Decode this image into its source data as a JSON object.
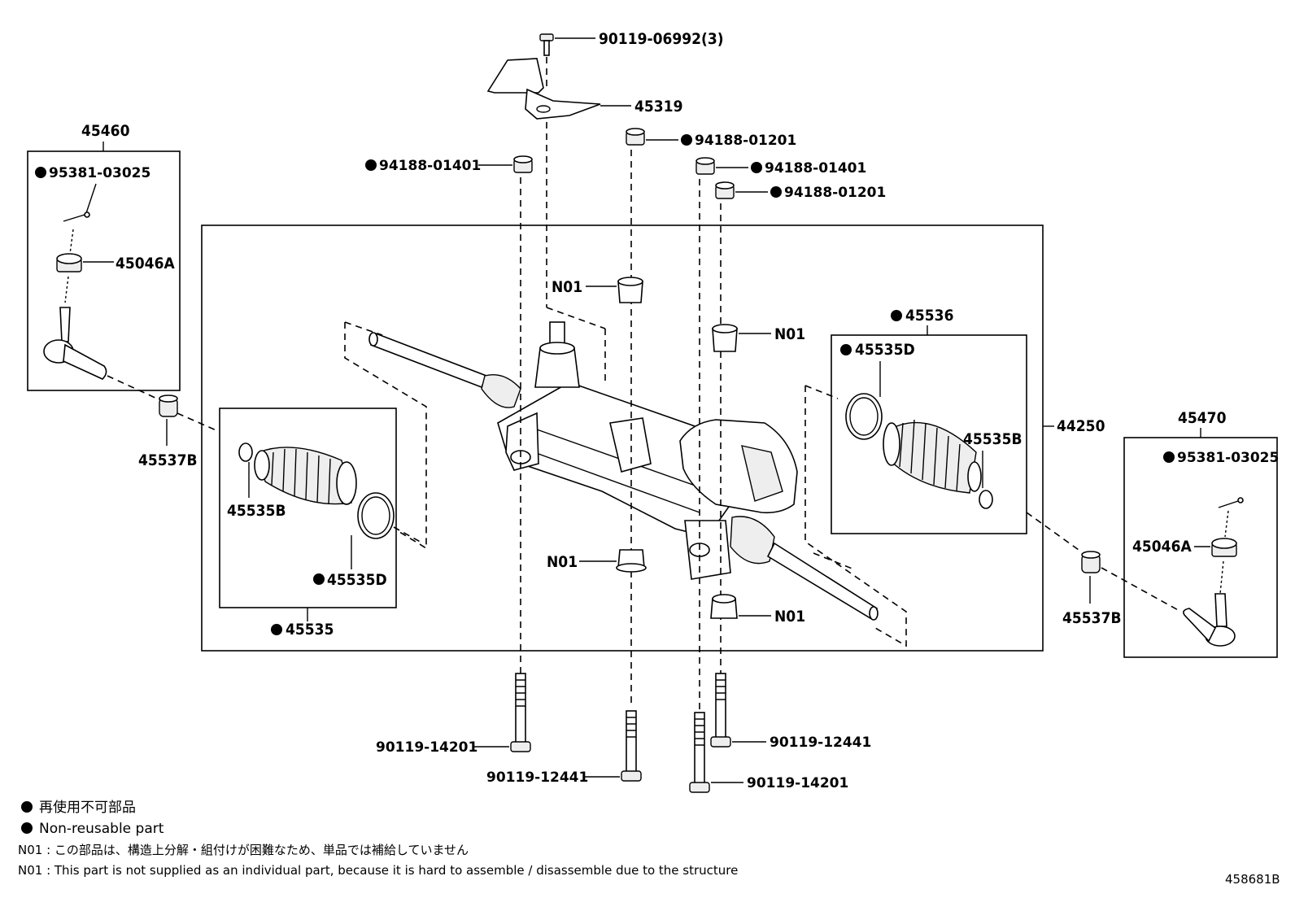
{
  "diagram_id": "458681B",
  "labels": {
    "bolt_90119_06992": "90119-06992(3)",
    "heat_insulator": "45319",
    "nut_94188_01201_a": "94188-01201",
    "nut_94188_01401_left": "94188-01401",
    "nut_94188_01401_right": "94188-01401",
    "nut_94188_01201_b": "94188-01201",
    "tie_rod_end_left": "45460",
    "cotter_pin_left": "95381-03025",
    "castle_nut_left": "45046A",
    "lock_nut_left": "45537B",
    "boot_kit_left": "45535",
    "clip_left": "45535B",
    "clamp_left": "45535D",
    "rack_gear_assembly": "44250",
    "n01_top_left": "N01",
    "n01_top_right": "N01",
    "n01_bottom_left": "N01",
    "n01_bottom_right": "N01",
    "boot_kit_right": "45536",
    "clamp_right": "45535D",
    "clip_right": "45535B",
    "tie_rod_end_right": "45470",
    "cotter_pin_right": "95381-03025",
    "castle_nut_right": "45046A",
    "lock_nut_right": "45537B",
    "bolt_90119_14201_left": "90119-14201",
    "bolt_90119_12441_left": "90119-12441",
    "bolt_90119_12441_right": "90119-12441",
    "bolt_90119_14201_right": "90119-14201"
  },
  "legend": {
    "non_reusable_jp": "再使用不可部品",
    "non_reusable_en": "Non-reusable part",
    "n01_note_jp": "N01 : この部品は、構造上分解・組付けが困難なため、単品では補給していません",
    "n01_note_en": "N01 : This part is not supplied as an individual part, because it is hard to assemble / disassemble due to the structure"
  }
}
